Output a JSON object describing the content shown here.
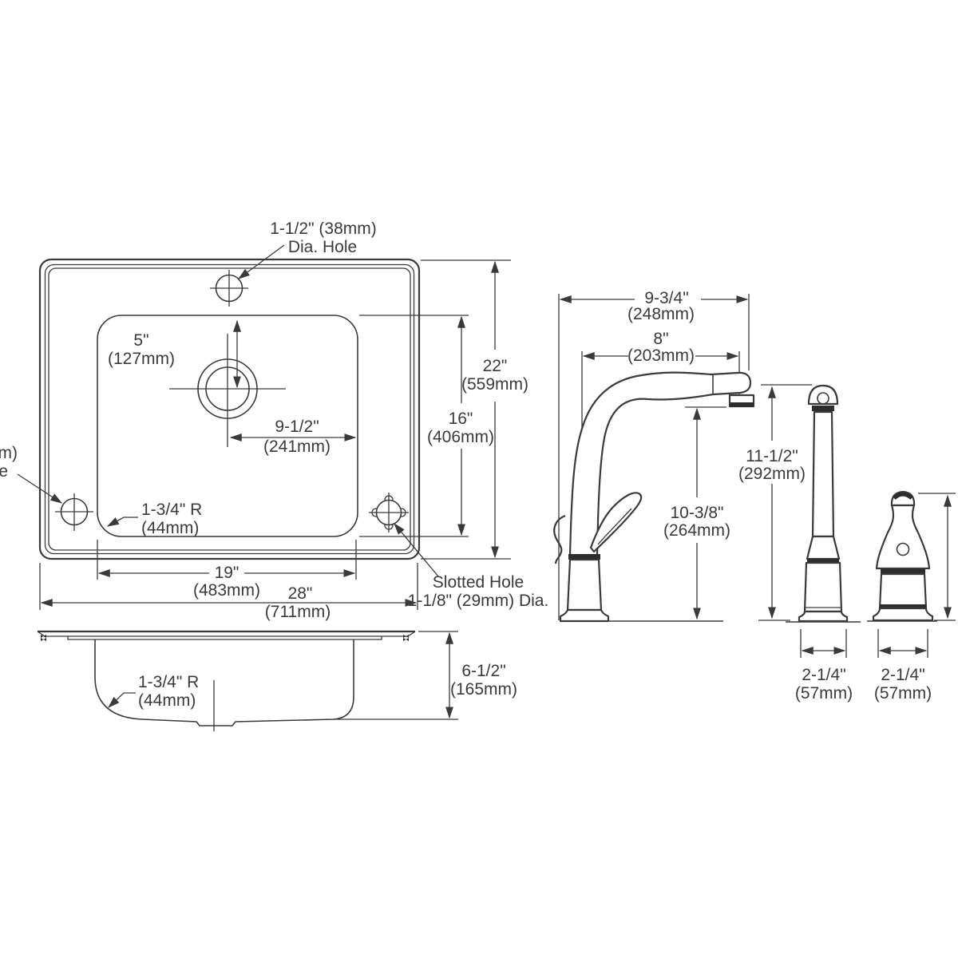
{
  "top_view": {
    "hole_note": {
      "l1": "1-1/2\" (38mm)",
      "l2": "Dia. Hole"
    },
    "left_note": {
      "l1": "mm)",
      "l2": "e"
    },
    "dim_5": {
      "in": "5\"",
      "mm": "(127mm)"
    },
    "dim_9_5": {
      "in": "9-1/2\"",
      "mm": "(241mm)"
    },
    "dim_22": {
      "in": "22\"",
      "mm": "(559mm)"
    },
    "dim_16": {
      "in": "16\"",
      "mm": "(406mm)"
    },
    "radius": {
      "in": "1-3/4\" R",
      "mm": "(44mm)"
    },
    "dim_19": {
      "in": "19\"",
      "mm": "(483mm)"
    },
    "dim_28": {
      "in": "28\"",
      "mm": "(711mm)"
    },
    "slotted_note": {
      "l1": "Slotted Hole",
      "l2": "1-1/8\" (29mm) Dia."
    }
  },
  "side_view": {
    "radius": {
      "in": "1-3/4\" R",
      "mm": "(44mm)"
    },
    "dim_depth": {
      "in": "6-1/2\"",
      "mm": "(165mm)"
    }
  },
  "faucet": {
    "dim_width": {
      "in": "9-3/4\"",
      "mm": "(248mm)"
    },
    "dim_reach": {
      "in": "8\"",
      "mm": "(203mm)"
    },
    "dim_height": {
      "in": "11-1/2\"",
      "mm": "(292mm)"
    },
    "dim_spout": {
      "in": "10-3/8\"",
      "mm": "(264mm)"
    },
    "dim_base_faucet": {
      "in": "2-1/4\"",
      "mm": "(57mm)"
    },
    "dim_base_spray": {
      "in": "2-1/4\"",
      "mm": "(57mm)"
    }
  }
}
